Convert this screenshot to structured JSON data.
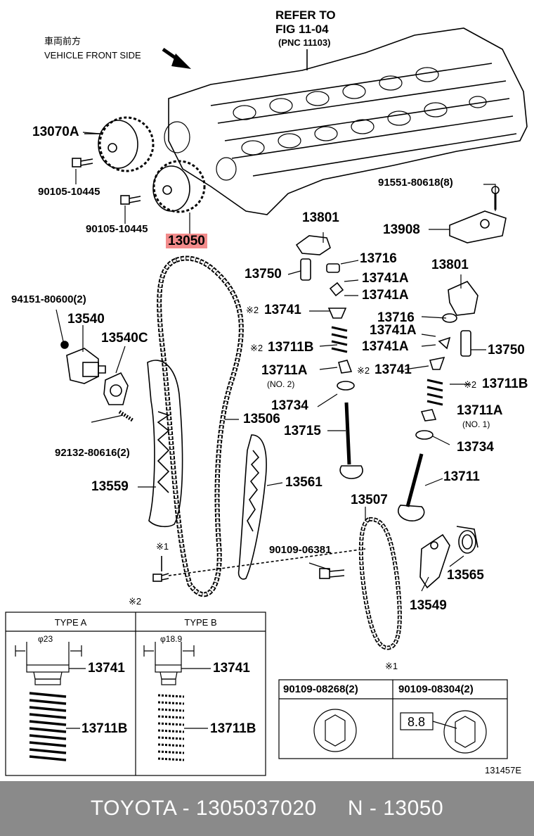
{
  "header": {
    "refer_line1": "REFER TO",
    "refer_line2": "FIG 11-04",
    "refer_line3": "(PNC 11103)",
    "front_jp": "車両前方",
    "front_en": "VEHICLE FRONT SIDE"
  },
  "parts": {
    "p13070A": "13070A",
    "p90105a": "90105-10445",
    "p90105b": "90105-10445",
    "p13050": "13050",
    "p91551": "91551-80618(8)",
    "p13801a": "13801",
    "p13908": "13908",
    "p13716a": "13716",
    "p13750a": "13750",
    "p13741Aa": "13741A",
    "p13741Ab": "13741A",
    "p13801b": "13801",
    "p94151": "94151-80600(2)",
    "p13540": "13540",
    "p13741a": "13741",
    "p13716b": "13716",
    "p13540C": "13540C",
    "p13711Ba": "13711B",
    "p13741Ac": "13741A",
    "p13741Ad": "13741A",
    "p13750b": "13750",
    "p13711Aa": "13711A",
    "no2": "(NO. 2)",
    "p13741b": "13741",
    "p13734a": "13734",
    "p13711Bb": "13711B",
    "p13506": "13506",
    "p92132": "92132-80616(2)",
    "p13715": "13715",
    "p13711Ab": "13711A",
    "no1": "(NO. 1)",
    "p13734b": "13734",
    "p13559": "13559",
    "p13561": "13561",
    "p13711": "13711",
    "p13507": "13507",
    "p90109a": "90109-06381",
    "p13565": "13565",
    "p13549": "13549"
  },
  "marks": {
    "k2a": "※2",
    "k2b": "※2",
    "k2c": "※2",
    "k2d": "※2",
    "k1a": "※1",
    "k2e": "※2",
    "k1b": "※1"
  },
  "type_box": {
    "type_a": "TYPE A",
    "type_b": "TYPE B",
    "dia_a": "φ23",
    "dia_b": "φ18.9",
    "a_13741": "13741",
    "a_13711B": "13711B",
    "b_13741": "13741",
    "b_13711B": "13711B"
  },
  "bolt_box": {
    "left_title": "90109-08268(2)",
    "right_title": "90109-08304(2)",
    "grade": "8.8"
  },
  "illustration_id": "131457E",
  "footer": {
    "text": "TOYOTA - 1305037020     N - 13050"
  },
  "colors": {
    "highlight": "#f28b8b",
    "footer_bg": "#8a8a8a"
  }
}
